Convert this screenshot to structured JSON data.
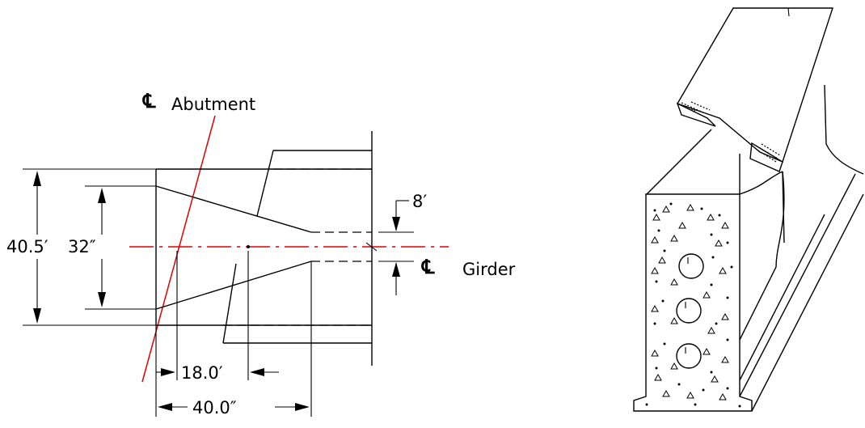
{
  "plan_view": {
    "centerline_symbol": "℄",
    "abutment_label": "Abutment",
    "girder_label": "Girder",
    "dim_overall_depth": "40.5′",
    "dim_bottom_flange": "32″",
    "dim_top_offset": "8′",
    "dim_eighteen": "18.0′",
    "dim_forty": "40.0″"
  },
  "colors": {
    "centerline": "#e00000",
    "linework": "#000000"
  }
}
